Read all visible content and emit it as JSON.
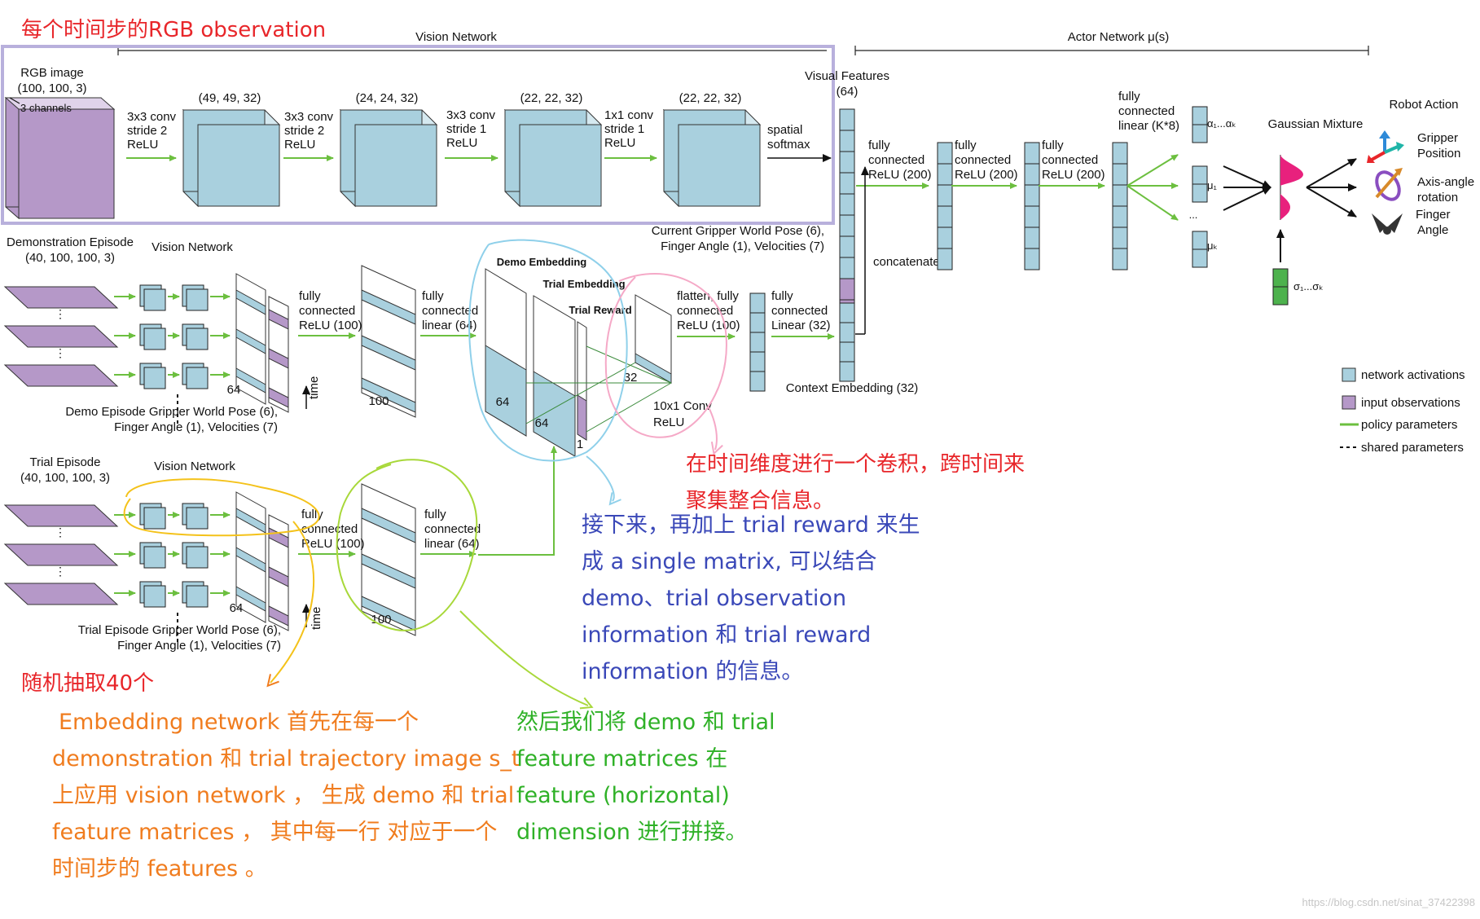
{
  "colors": {
    "activation": "#a9d0de",
    "input": "#b598c8",
    "policy": "#6cbf3f",
    "note_red": "#e8262a",
    "note_blue": "#3a48b8",
    "note_orange": "#f07c1e",
    "note_green": "#2fb127",
    "circle_blue": "#8fd0ea",
    "circle_pink": "#f5a9c7",
    "circle_yellow": "#f4c21a",
    "circle_lime": "#a8d83a",
    "gaussian": "#e8217d",
    "sigma_green": "#4db24d",
    "frame": "#b8b0dc"
  },
  "headers": {
    "vision_network": "Vision Network",
    "actor_network": "Actor Network μ(s)"
  },
  "top_row": {
    "rgb_image": "RGB image",
    "rgb_dims": "(100, 100, 3)",
    "channels": "3 channels",
    "conv1": [
      "3x3 conv",
      "stride 2",
      "ReLU"
    ],
    "conv2": [
      "3x3 conv",
      "stride 2",
      "ReLU"
    ],
    "conv3": [
      "3x3 conv",
      "stride 1",
      "ReLU"
    ],
    "conv4": [
      "1x1 conv",
      "stride 1",
      "ReLU"
    ],
    "dim1": "(49, 49, 32)",
    "dim2": "(24, 24, 32)",
    "dim3": "(22, 22, 32)",
    "dim4": "(22, 22, 32)",
    "spatial": [
      "spatial",
      "softmax"
    ],
    "visual_features": "Visual Features",
    "visual_dim": "(64)"
  },
  "actor": {
    "fc1": [
      "fully",
      "connected",
      "ReLU (200)"
    ],
    "fc2": [
      "fully",
      "connected",
      "ReLU (200)"
    ],
    "fc3": [
      "fully",
      "connected",
      "ReLU (200)"
    ],
    "fc_linear": [
      "fully",
      "connected",
      "linear (K*8)"
    ],
    "gaussian_mixture": "Gaussian Mixture",
    "robot_action": "Robot Action",
    "alpha": "α₁...αₖ",
    "mu1": "μ₁",
    "dots": "...",
    "muk": "μₖ",
    "sigma": "σ₁...σₖ",
    "gripper_position": [
      "Gripper",
      "Position"
    ],
    "axis_angle": [
      "Axis-angle",
      "rotation"
    ],
    "finger_angle": [
      "Finger",
      "Angle"
    ],
    "current_pose": [
      "Current Gripper World Pose (6),",
      "Finger Angle (1), Velocities (7)"
    ],
    "concatenate": "concatenate"
  },
  "demo": {
    "title": "Demonstration Episode",
    "dims": "(40, 100, 100, 3)",
    "vision_network": "Vision Network",
    "fc1": [
      "fully",
      "connected",
      "ReLU (100)"
    ],
    "fc2": [
      "fully",
      "connected",
      "linear (64)"
    ],
    "n64": "64",
    "n100": "100",
    "time": "time",
    "gripper": [
      "Demo Episode Gripper World Pose (6),",
      "Finger Angle (1), Velocities (7)"
    ]
  },
  "embedding": {
    "demo_embedding": "Demo Embedding",
    "trial_embedding": "Trial Embedding",
    "trial_reward": "Trial Reward",
    "n64a": "64",
    "n64b": "64",
    "n1": "1",
    "n32": "32",
    "conv": [
      "10x1 Conv",
      "ReLU"
    ],
    "flatten": [
      "flatten, fully",
      "connected",
      "ReLU (100)"
    ],
    "fc_linear": [
      "fully",
      "connected",
      "Linear (32)"
    ],
    "context": "Context Embedding (32)"
  },
  "trial": {
    "title": "Trial Episode",
    "dims": "(40, 100, 100, 3)",
    "vision_network": "Vision Network",
    "fc1": [
      "fully",
      "connected",
      "ReLU (100)"
    ],
    "fc2": [
      "fully",
      "connected",
      "linear (64)"
    ],
    "n64": "64",
    "n100": "100",
    "time": "time",
    "gripper": [
      "Trial Episode Gripper World Pose (6),",
      "Finger Angle (1), Velocities (7)"
    ]
  },
  "legend": {
    "activations": "network activations",
    "inputs": "input observations",
    "policy": "policy parameters",
    "shared": "shared parameters"
  },
  "notes": {
    "rgb_obs": "每个时间步的RGB observation",
    "temporal_conv": [
      "在时间维度进行一个卷积，跨时间来",
      "聚集整合信息。"
    ],
    "single_matrix": [
      "接下来，再加上 trial reward 来生",
      "成 a single matrix, 可以结合",
      "demo、trial observation",
      "information  和 trial reward",
      "information 的信息。"
    ],
    "sample40": "随机抽取40个",
    "embedding_net": [
      "Embedding network 首先在每一个",
      "demonstration 和 trial trajectory image s_t",
      "上应用 vision network ， 生成 demo 和 trial",
      "feature matrices ， 其中每一行 对应于一个",
      "时间步的 features 。"
    ],
    "concat_demo_trial": [
      "然后我们将 demo 和 trial",
      "feature matrices 在",
      "feature (horizontal)",
      "dimension 进行拼接。"
    ],
    "watermark": "https://blog.csdn.net/sinat_37422398"
  }
}
